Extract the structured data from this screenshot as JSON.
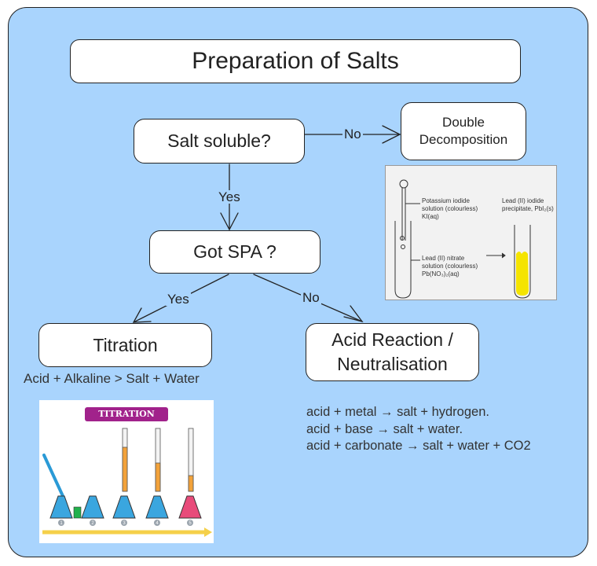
{
  "title": "Preparation of Salts",
  "nodes": {
    "salt_soluble": "Salt soluble?",
    "double_decomposition_line1": "Double",
    "double_decomposition_line2": "Decomposition",
    "got_spa": "Got SPA ?",
    "titration": "Titration",
    "acid_reaction_line1": "Acid Reaction /",
    "acid_reaction_line2": "Neutralisation"
  },
  "edges": {
    "soluble_no": "No",
    "soluble_yes": "Yes",
    "spa_yes": "Yes",
    "spa_no": "No"
  },
  "titration_caption": "Acid + Alkaline > Salt + Water",
  "equations": [
    "acid + metal → salt + hydrogen.",
    "acid + base → salt + water.",
    "acid + carbonate → salt + water + CO2"
  ],
  "double_decomposition_image": {
    "potassium_iodide_label": [
      "Potassium iodide",
      "solution (colourless)",
      "KI(aq)"
    ],
    "lead_nitrate_label": [
      "Lead (II) nitrate",
      "solution (colourless)",
      "Pb(NO₃)₂(aq)"
    ],
    "lead_iodide_label": [
      "Lead (II) iodide",
      "precipitate, PbI₂(s)"
    ]
  },
  "titration_image": {
    "banner": "TITRATION",
    "steps": [
      "1",
      "2",
      "3",
      "4",
      "5"
    ]
  },
  "colors": {
    "background": "#a9d4fd",
    "box_fill": "#ffffff",
    "banner": "#a1228b",
    "precipitate": "#f5e400"
  }
}
